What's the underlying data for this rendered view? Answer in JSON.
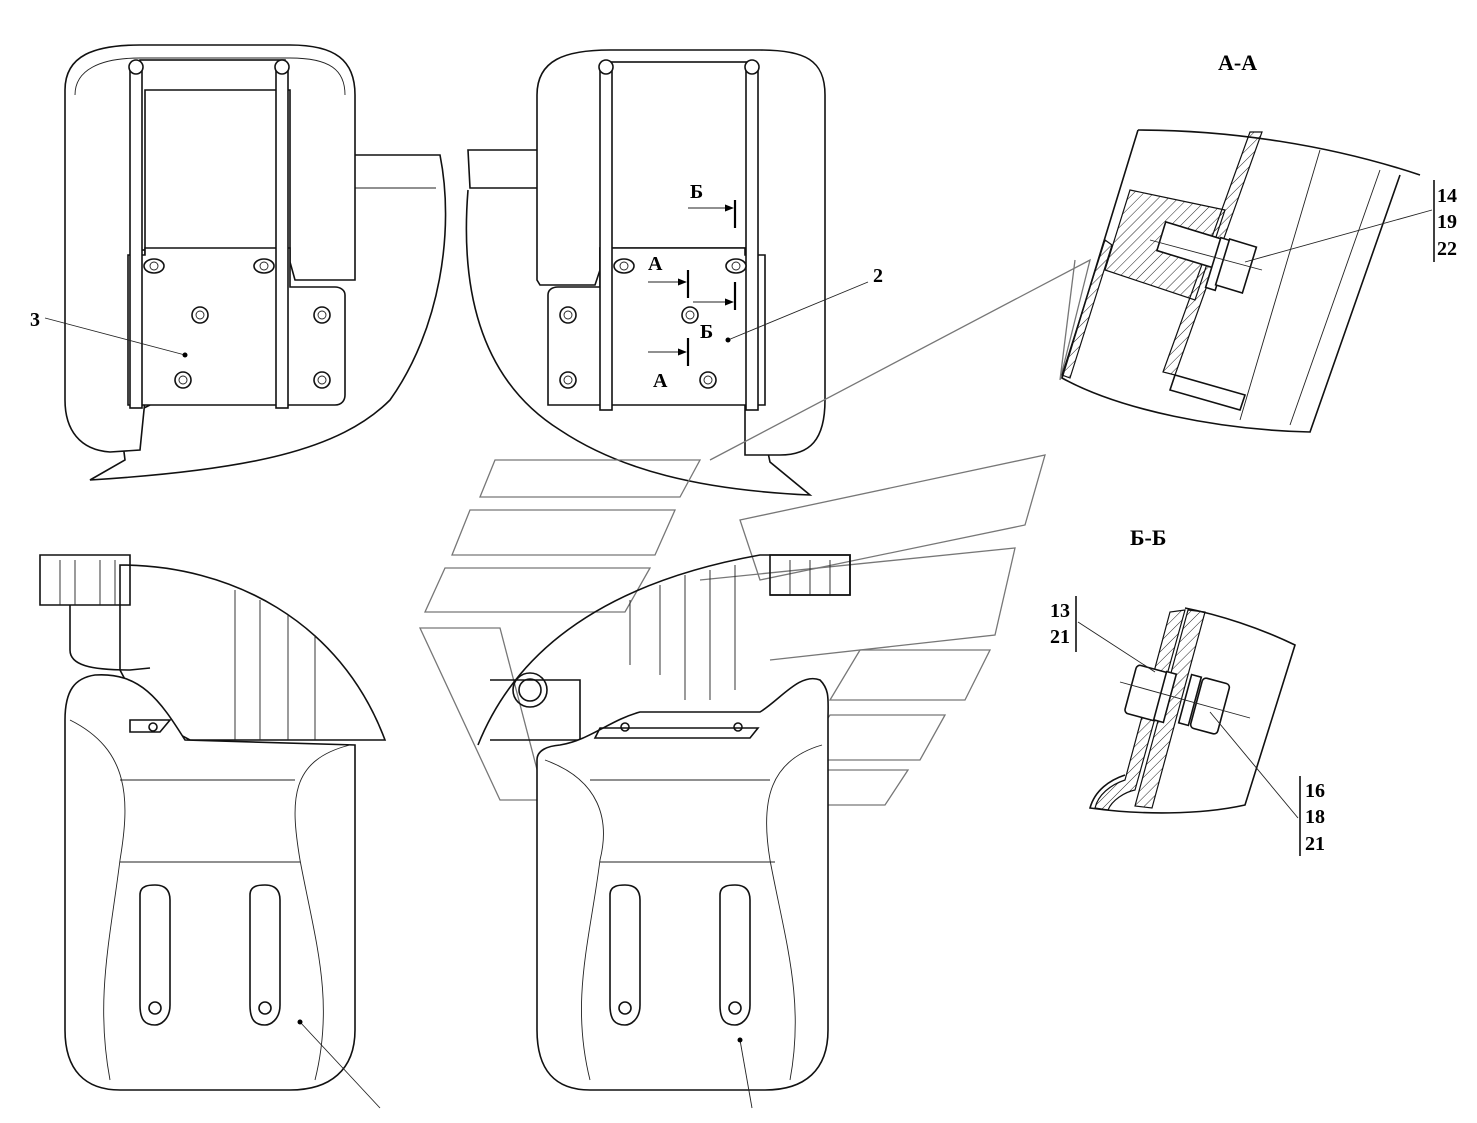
{
  "sections": {
    "aa_title": "А-А",
    "bb_title": "Б-Б"
  },
  "callouts": {
    "item_3": "3",
    "item_2": "2",
    "aa_parts": [
      "14",
      "19",
      "22"
    ],
    "bb_upper_parts": [
      "13",
      "21"
    ],
    "bb_lower_parts": [
      "16",
      "18",
      "21"
    ]
  },
  "cut_marks": {
    "b_top": "Б",
    "a_top": "А",
    "b_mid": "Б",
    "a_bottom": "А"
  }
}
